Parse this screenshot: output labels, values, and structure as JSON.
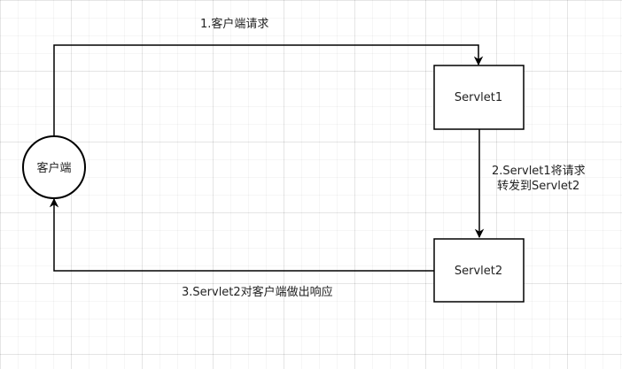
{
  "nodes": {
    "client": "客户端",
    "servlet1": "Servlet1",
    "servlet2": "Servlet2"
  },
  "edges": {
    "request": "1.客户端请求",
    "forward_line1": "2.Servlet1将请求",
    "forward_line2": "转发到Servlet2",
    "response": "3.Servlet2对客户端做出响应"
  },
  "colors": {
    "stroke": "#000000",
    "text": "#222222"
  }
}
